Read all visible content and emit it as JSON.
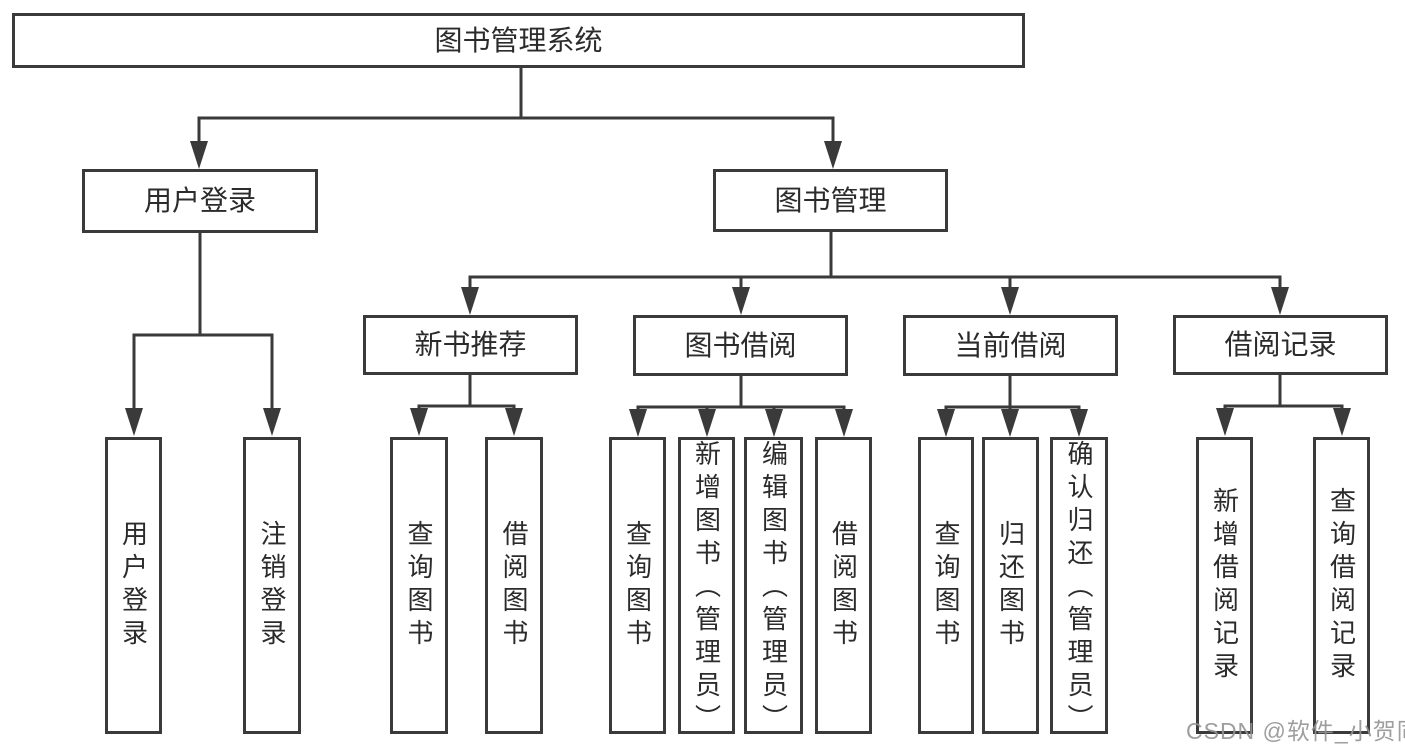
{
  "colors": {
    "line": "#3a3a3a",
    "text": "#2b2b2b",
    "watermark": "#949494",
    "background": "#ffffff"
  },
  "watermark": {
    "text": "CSDN @软件_小贺同学"
  },
  "tree": {
    "root": {
      "label": "图书管理系统"
    },
    "branches": [
      {
        "label": "用户登录",
        "children": [
          {
            "label": "用户登录"
          },
          {
            "label": "注销登录"
          }
        ]
      },
      {
        "label": "图书管理",
        "children": [
          {
            "label": "新书推荐",
            "children": [
              {
                "label": "查询图书"
              },
              {
                "label": "借阅图书"
              }
            ]
          },
          {
            "label": "图书借阅",
            "children": [
              {
                "label": "查询图书"
              },
              {
                "label": "新增图书（管理员）"
              },
              {
                "label": "编辑图书（管理员）"
              },
              {
                "label": "借阅图书"
              }
            ]
          },
          {
            "label": "当前借阅",
            "children": [
              {
                "label": "查询图书"
              },
              {
                "label": "归还图书"
              },
              {
                "label": "确认归还（管理员）"
              }
            ]
          },
          {
            "label": "借阅记录",
            "children": [
              {
                "label": "新增借阅记录"
              },
              {
                "label": "查询借阅记录"
              }
            ]
          }
        ]
      }
    ]
  }
}
